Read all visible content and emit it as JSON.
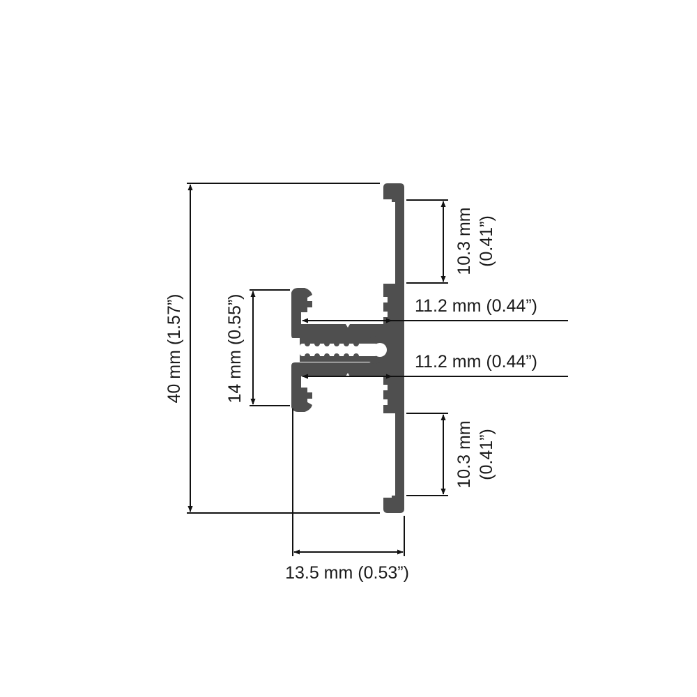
{
  "diagram": {
    "type": "aluminum-profile-cross-section",
    "profile_color": "#4f4f4f",
    "line_color": "#111111",
    "background": "#ffffff",
    "dimensions": {
      "overall_height": {
        "label": "40 mm (1.57”)",
        "value_mm": 40,
        "value_in": 1.57,
        "orientation": "vertical"
      },
      "inner_channel_height": {
        "label": "14 mm (0.55”)",
        "value_mm": 14,
        "value_in": 0.55,
        "orientation": "vertical"
      },
      "upper_flange_height": {
        "line1": "10.3 mm",
        "line2": "(0.41”)",
        "value_mm": 10.3,
        "value_in": 0.41,
        "orientation": "vertical"
      },
      "lower_flange_height": {
        "line1": "10.3 mm",
        "line2": "(0.41”)",
        "value_mm": 10.3,
        "value_in": 0.41,
        "orientation": "vertical"
      },
      "upper_channel_width": {
        "label": "11.2 mm (0.44”)",
        "value_mm": 11.2,
        "value_in": 0.44,
        "orientation": "horizontal"
      },
      "lower_channel_width": {
        "label": "11.2 mm (0.44”)",
        "value_mm": 11.2,
        "value_in": 0.44,
        "orientation": "horizontal"
      },
      "overall_depth": {
        "label": "13.5 mm (0.53”)",
        "value_mm": 13.5,
        "value_in": 0.53,
        "orientation": "horizontal"
      }
    }
  }
}
